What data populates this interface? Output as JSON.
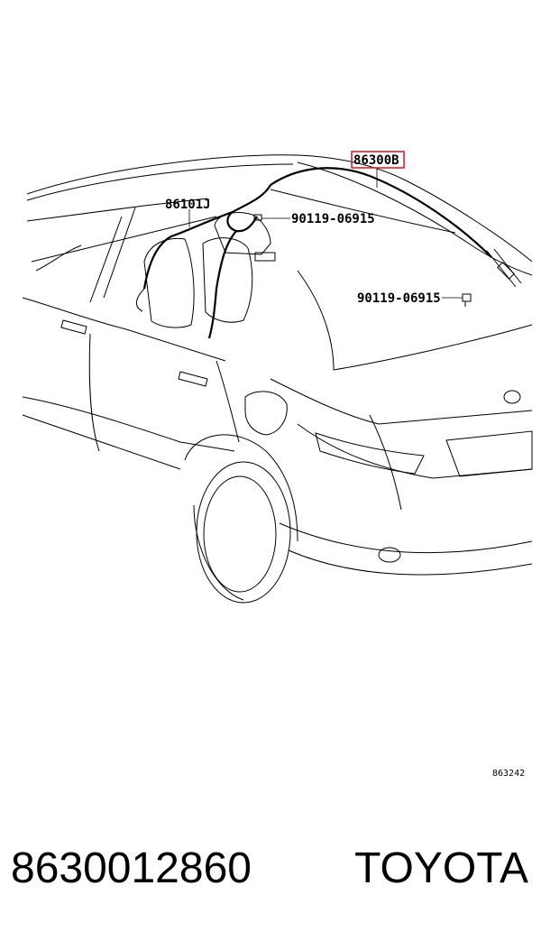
{
  "callouts": {
    "antenna": "86300B",
    "receiver": "86101J",
    "bolt_upper": "90119-06915",
    "bolt_lower": "90119-06915"
  },
  "figure_ref": "863242",
  "footer": {
    "part_number": "8630012860",
    "brand": "TOYOTA"
  },
  "colors": {
    "highlight_box": "#e0202a",
    "ink": "#000000"
  }
}
